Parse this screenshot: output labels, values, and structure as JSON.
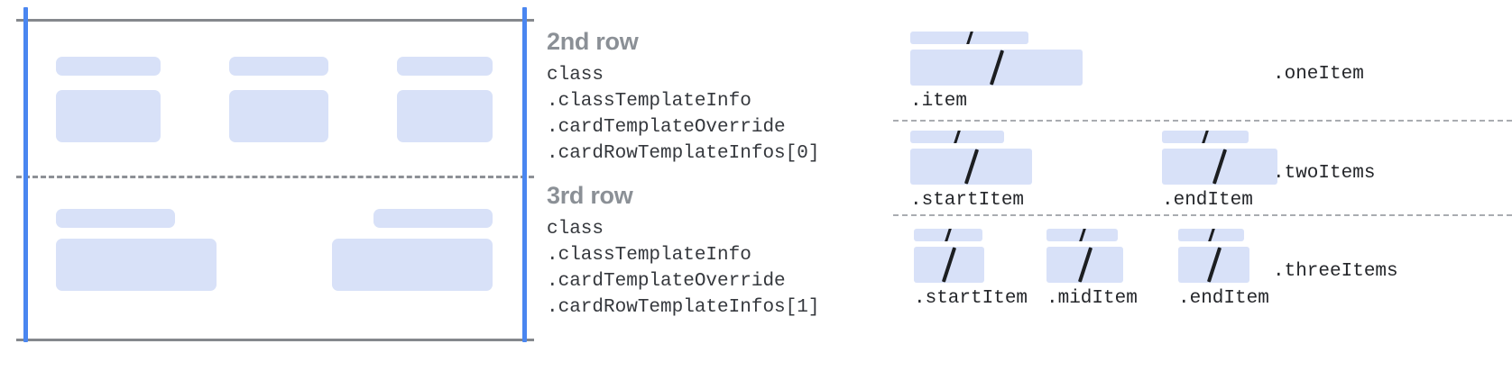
{
  "theme": {
    "background": "#ffffff",
    "placeholder_fill": "#d8e1f8",
    "guide_blue": "#4a86f0",
    "frame_gray": "#85888d",
    "dash_gray": "#8d9096",
    "title_gray": "#8b9096",
    "code_text": "#35383d",
    "slash_dark": "#1c1e21"
  },
  "card_preview": {
    "name": "card-row-preview",
    "rows": [
      {
        "name": "second-row-preview",
        "cells": [
          {
            "title_ph": true,
            "body_ph": true
          },
          {
            "title_ph": true,
            "body_ph": true
          },
          {
            "title_ph": true,
            "body_ph": true
          }
        ]
      },
      {
        "name": "third-row-preview",
        "cells": [
          {
            "title_ph": true,
            "body_ph": true
          },
          {
            "title_ph": true,
            "body_ph": true
          }
        ]
      }
    ]
  },
  "annotations": [
    {
      "title": "2nd row",
      "code_lines": [
        "class",
        ".classTemplateInfo",
        ".cardTemplateOverride",
        ".cardRowTemplateInfos[0]"
      ]
    },
    {
      "title": "3rd row",
      "code_lines": [
        "class",
        ".classTemplateInfo",
        ".cardTemplateOverride",
        ".cardRowTemplateInfos[1]"
      ]
    }
  ],
  "legend": {
    "groups": [
      {
        "group_label": ".oneItem",
        "slots": [
          {
            "label": ".item",
            "glyph": "/"
          }
        ]
      },
      {
        "group_label": ".twoItems",
        "slots": [
          {
            "label": ".startItem",
            "glyph": "/"
          },
          {
            "label": ".endItem",
            "glyph": "/"
          }
        ]
      },
      {
        "group_label": ".threeItems",
        "slots": [
          {
            "label": ".startItem",
            "glyph": "/"
          },
          {
            "label": ".midItem",
            "glyph": "/"
          },
          {
            "label": ".endItem",
            "glyph": "/"
          }
        ]
      }
    ]
  }
}
